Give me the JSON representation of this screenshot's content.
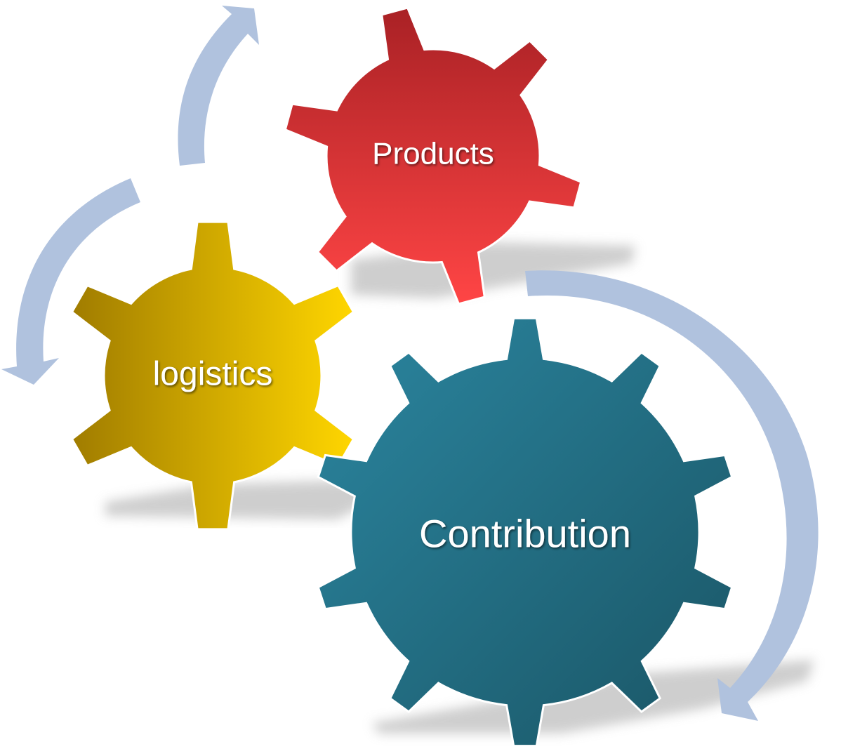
{
  "gears": {
    "products": {
      "label": "Products"
    },
    "logistics": {
      "label": "logistics"
    },
    "contribution": {
      "label": "Contribution"
    }
  },
  "colors": {
    "products_top": "#a92125",
    "products_bottom": "#ff4545",
    "logistics_left": "#a07c00",
    "logistics_right": "#ffd600",
    "contribution_light": "#2b86a0",
    "contribution_dark": "#1a5565",
    "arrow": "#b0c2de",
    "shadow": "#c9c9c9"
  },
  "icons": {
    "arrows": [
      "cycle-arrow-icon",
      "cycle-arrow-icon",
      "cycle-arrow-icon"
    ]
  }
}
